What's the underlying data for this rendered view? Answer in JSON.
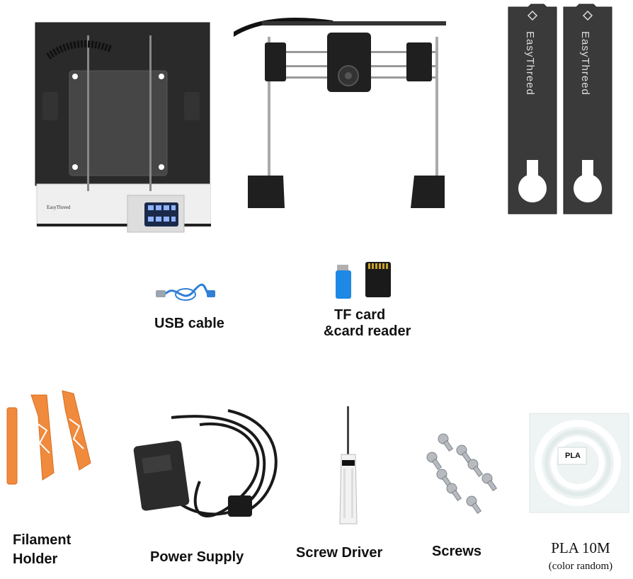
{
  "printer": {
    "brand_badge": "EasyThreed"
  },
  "plates": {
    "brand_text": "EasyThreed"
  },
  "items": {
    "usb_label": "USB cable",
    "tf_line1": "TF card",
    "tf_line2": "&card reader",
    "filament_line1": "Filament",
    "filament_line2": "Holder",
    "power_label": "Power Supply",
    "screwdriver_label": "Screw Driver",
    "screws_label": "Screws",
    "pla_tag": "PLA",
    "pla_line1": "PLA 10M",
    "pla_line2": "(color random)"
  },
  "colors": {
    "printer_body": "#2b2b2b",
    "plate": "#3a3a3a",
    "filament_holder": "#f08a3c",
    "usb_blue": "#2f7fd6",
    "card_reader_blue": "#1e88e5"
  }
}
